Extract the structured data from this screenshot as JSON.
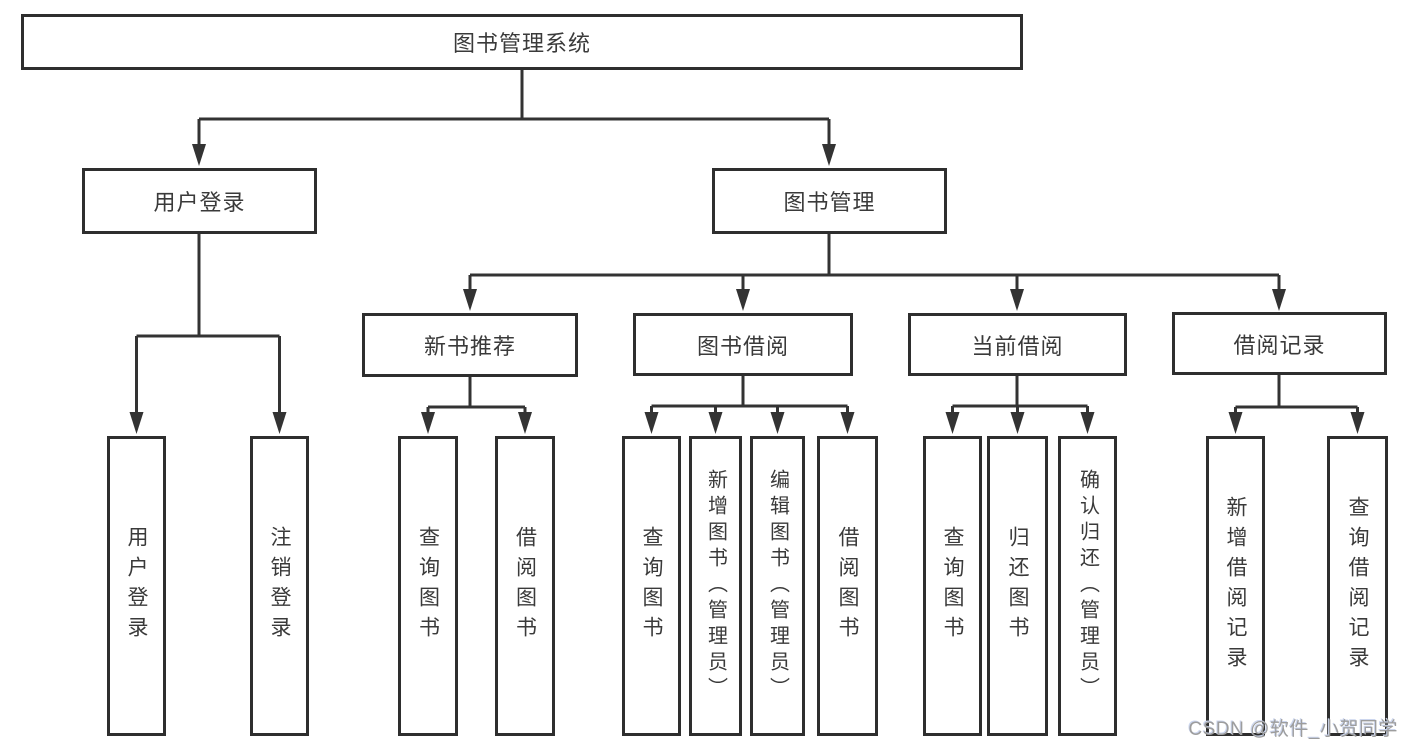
{
  "colors": {
    "line": "#333333",
    "box_border": "#2e2e2e",
    "text": "#3a3a3a",
    "watermark": "#9d9d9d",
    "background": "#ffffff"
  },
  "tree": {
    "root": {
      "label": "图书管理系统"
    },
    "user_login": {
      "label": "用户登录",
      "children": [
        {
          "label": "用户登录"
        },
        {
          "label": "注销登录"
        }
      ]
    },
    "book_mgmt": {
      "label": "图书管理",
      "sections": [
        {
          "label": "新书推荐",
          "children": [
            {
              "label": "查询图书"
            },
            {
              "label": "借阅图书"
            }
          ]
        },
        {
          "label": "图书借阅",
          "children": [
            {
              "label": "查询图书"
            },
            {
              "label": "新增图书（管理员）"
            },
            {
              "label": "编辑图书（管理员）"
            },
            {
              "label": "借阅图书"
            }
          ]
        },
        {
          "label": "当前借阅",
          "children": [
            {
              "label": "查询图书"
            },
            {
              "label": "归还图书"
            },
            {
              "label": "确认归还（管理员）"
            }
          ]
        },
        {
          "label": "借阅记录",
          "children": [
            {
              "label": "新增借阅记录"
            },
            {
              "label": "查询借阅记录"
            }
          ]
        }
      ]
    }
  },
  "watermark": {
    "text": "CSDN @软件_小贺同学"
  }
}
